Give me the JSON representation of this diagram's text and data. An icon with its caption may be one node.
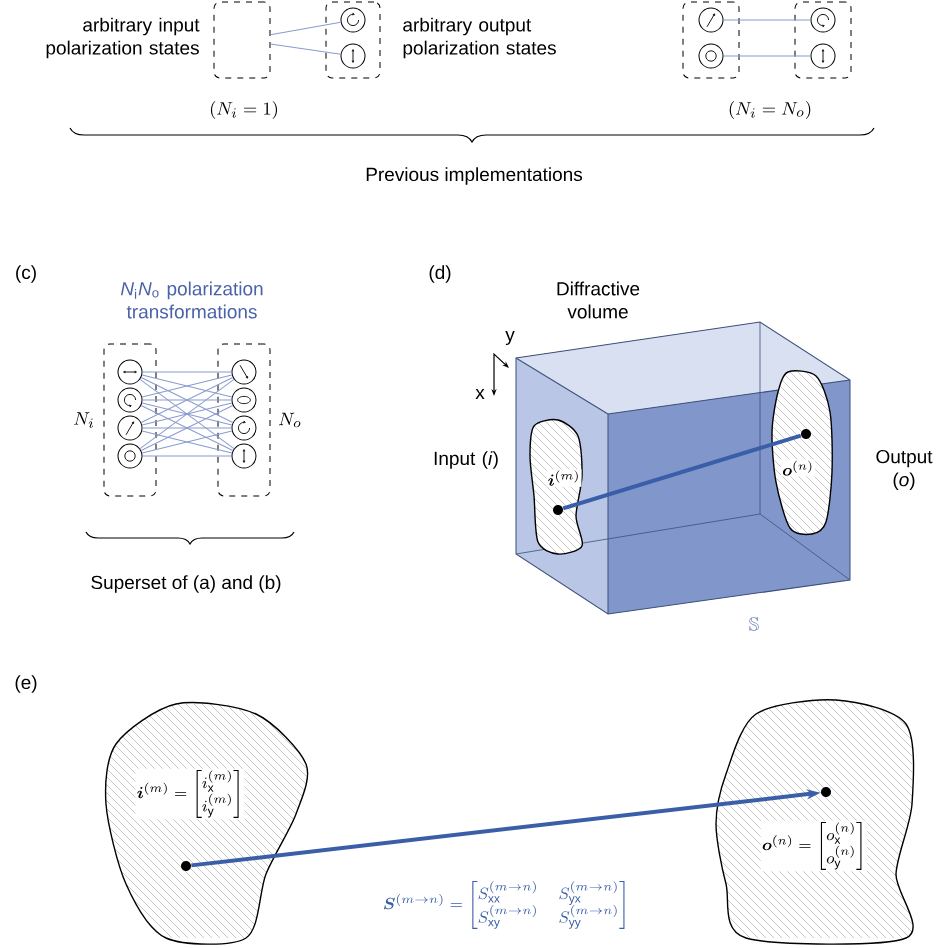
{
  "diagram": {
    "nodes": [
      {
        "text": [],
        "shape": "box"
      },
      {
        "text": [],
        "shape": "box"
      },
      {
        "text": [],
        "shape": "circle",
        "in": 1
      },
      {
        "text": [],
        "shape": "circle",
        "in": 1
      },
      {
        "text": [],
        "shape": "box"
      },
      {
        "text": [],
        "shape": "circle",
        "in": 4
      },
      {
        "text": [],
        "shape": "circle",
        "in": 4
      },
      {
        "text": [],
        "shape": "box"
      },
      {
        "text": [],
        "shape": "circle",
        "in": 7
      },
      {
        "text": [],
        "shape": "circle",
        "in": 7
      },
      {
        "text": [],
        "shape": "box",
        "beside": [
          "N_i"
        ]
      },
      {
        "text": [],
        "shape": "circle",
        "in": 10
      },
      {
        "text": [],
        "shape": "circle",
        "in": 10
      },
      {
        "text": [],
        "shape": "circle",
        "in": 10
      },
      {
        "text": [],
        "shape": "circle",
        "in": 10
      },
      {
        "text": [],
        "shape": "box",
        "beside": [
          "N_o"
        ]
      },
      {
        "text": [],
        "shape": "circle",
        "in": 15
      },
      {
        "text": [],
        "shape": "circle",
        "in": 15
      },
      {
        "text": [],
        "shape": "circle",
        "in": 15
      },
      {
        "text": [],
        "shape": "circle",
        "in": 15
      },
      {
        "text": [
          "Diffractive volume"
        ],
        "beside": [
          "\\mathbb{S}"
        ]
      },
      {
        "text": [
          "\\boldsymbol{i}^{(m)}"
        ],
        "in": 20
      },
      {
        "text": [],
        "shape": "circle",
        "in": 21
      },
      {
        "text": [
          "\\boldsymbol{o}^{(n)}"
        ],
        "in": 20
      },
      {
        "text": [],
        "shape": "circle",
        "in": 23
      },
      {
        "text": [
          "\\boldsymbol{i}^{(m)}=\\begin{bmatrix} i_{\\mathrm{x}}^{(m)} \\\\ i_{\\mathrm{y}}^{(m)} \\end{bmatrix}"
        ]
      },
      {
        "text": [],
        "shape": "circle",
        "in": 25
      },
      {
        "text": [
          "\\boldsymbol{o}^{(n)}=\\begin{bmatrix} o_{\\mathrm{x}}^{(n)} \\\\ o_{\\mathrm{y}}^{(n)} \\end{bmatrix}"
        ]
      },
      {
        "text": [],
        "shape": "circle",
        "in": 27
      }
    ],
    "edges": [
      {
        "from": 0,
        "to": 2,
        "arrow": "none"
      },
      {
        "from": 0,
        "to": 3,
        "arrow": "none"
      },
      {
        "from": 5,
        "to": 8,
        "arrow": "none"
      },
      {
        "from": 6,
        "to": 9,
        "arrow": "none"
      },
      {
        "from": 11,
        "to": 16,
        "arrow": "none"
      },
      {
        "from": 11,
        "to": 17,
        "arrow": "none"
      },
      {
        "from": 11,
        "to": 18,
        "arrow": "none"
      },
      {
        "from": 11,
        "to": 19,
        "arrow": "none"
      },
      {
        "from": 12,
        "to": 16,
        "arrow": "none"
      },
      {
        "from": 12,
        "to": 17,
        "arrow": "none"
      },
      {
        "from": 12,
        "to": 18,
        "arrow": "none"
      },
      {
        "from": 12,
        "to": 19,
        "arrow": "none"
      },
      {
        "from": 13,
        "to": 16,
        "arrow": "none"
      },
      {
        "from": 13,
        "to": 17,
        "arrow": "none"
      },
      {
        "from": 13,
        "to": 18,
        "arrow": "none"
      },
      {
        "from": 13,
        "to": 19,
        "arrow": "none"
      },
      {
        "from": 14,
        "to": 16,
        "arrow": "none"
      },
      {
        "from": 14,
        "to": 17,
        "arrow": "none"
      },
      {
        "from": 14,
        "to": 18,
        "arrow": "none"
      },
      {
        "from": 14,
        "to": 19,
        "arrow": "none"
      },
      {
        "from": 22,
        "to": 24,
        "arrow": "none",
        "style": "thick",
        "color": "#3b5ea8"
      },
      {
        "from": 26,
        "to": 28,
        "arrow": "to",
        "style": "thick",
        "color": "#3b5ea8",
        "label": "\\boldsymbol{S}^{(m\\rightarrow n)}=\\begin{bmatrix} S_{\\mathrm{xx}}^{(m\\rightarrow n)} & S_{\\mathrm{yx}}^{(m\\rightarrow n)} \\\\ S_{\\mathrm{xy}}^{(m\\rightarrow n)} & S_{\\mathrm{yy}}^{(m\\rightarrow n)} \\end{bmatrix}"
      }
    ],
    "labels": [
      "arbitrary input polarization states",
      "arbitrary output polarization states",
      "(N_i = 1)",
      "(N_i = N_o)",
      "Previous implementations",
      "(c)",
      "*N*$_{i}$*N*$_{o}$ polarization transformations",
      "Superset of (a) and (b)",
      "(d)",
      "y",
      "x",
      "Input (*i*)",
      "Output (*o*)",
      "(e)"
    ]
  }
}
